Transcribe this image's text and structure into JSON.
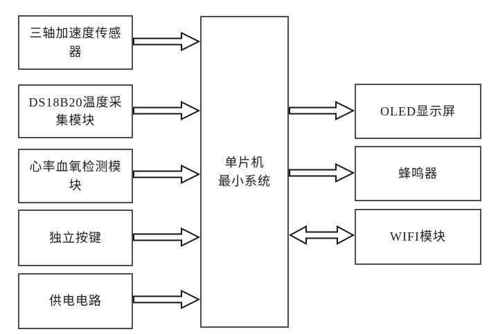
{
  "diagram": {
    "type": "block-diagram",
    "background": "#ffffff",
    "colors": {
      "block_border": "#4b4b4b",
      "block_fill": "#ffffff",
      "arrow_stroke": "#151515",
      "arrow_fill": "#ffffff",
      "text": "#1d1d1d"
    },
    "center_block": {
      "id": "mcu",
      "label": "单片机\n最小系统"
    },
    "left_blocks": [
      {
        "id": "accel",
        "label": "三轴加速度传感\n器"
      },
      {
        "id": "temp",
        "label": "DS18B20温度采\n集模块"
      },
      {
        "id": "heart",
        "label": "心率血氧检测模\n块"
      },
      {
        "id": "keys",
        "label": "独立按键"
      },
      {
        "id": "power",
        "label": "供电电路"
      }
    ],
    "right_blocks": [
      {
        "id": "oled",
        "label": "OLED显示屏"
      },
      {
        "id": "buzzer",
        "label": "蜂鸣器"
      },
      {
        "id": "wifi",
        "label": "WIFI模块"
      }
    ],
    "connectors": [
      {
        "from": "accel",
        "to": "mcu",
        "direction": "right"
      },
      {
        "from": "temp",
        "to": "mcu",
        "direction": "right"
      },
      {
        "from": "heart",
        "to": "mcu",
        "direction": "right"
      },
      {
        "from": "keys",
        "to": "mcu",
        "direction": "right"
      },
      {
        "from": "power",
        "to": "mcu",
        "direction": "right"
      },
      {
        "from": "mcu",
        "to": "oled",
        "direction": "right"
      },
      {
        "from": "mcu",
        "to": "buzzer",
        "direction": "right"
      },
      {
        "from": "mcu",
        "to": "wifi",
        "direction": "both"
      }
    ]
  }
}
